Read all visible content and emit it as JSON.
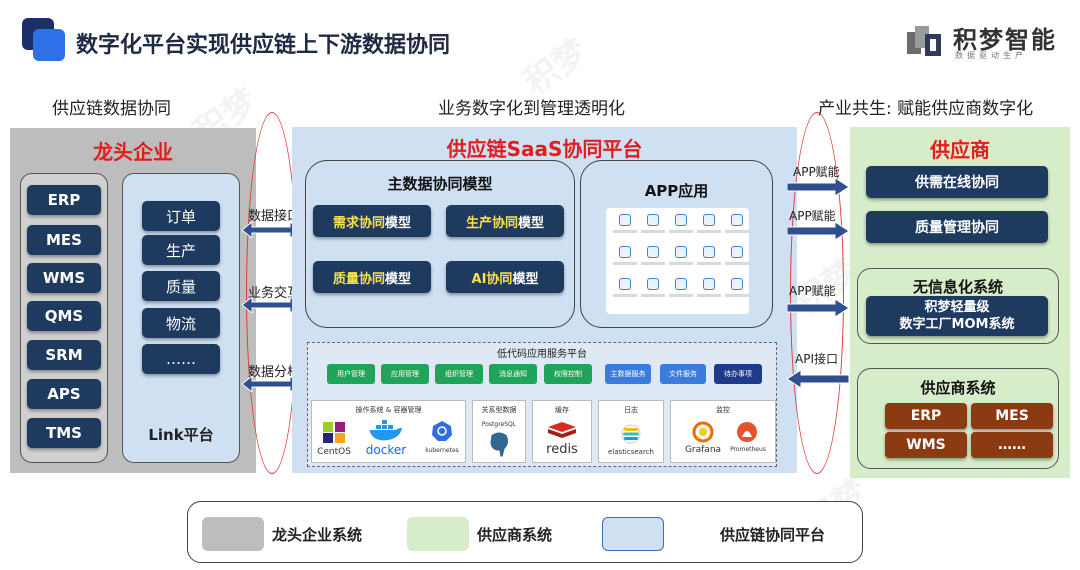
{
  "header": {
    "title": "数字化平台实现供应链上下游数据协同",
    "logo_name": "积梦智能",
    "logo_sub": "数据驱动生产"
  },
  "columns": {
    "left_title": "供应链数据协同",
    "middle_title": "业务数字化到管理透明化",
    "right_title": "产业共生: 赋能供应商数字化"
  },
  "left_panel": {
    "title": "龙头企业",
    "systems": [
      "ERP",
      "MES",
      "WMS",
      "QMS",
      "SRM",
      "APS",
      "TMS"
    ],
    "link_items": [
      "订单",
      "生产",
      "质量",
      "物流",
      "……"
    ],
    "link_label": "Link平台"
  },
  "left_connector": {
    "labels": [
      "数据接口",
      "业务交互",
      "数据分析"
    ]
  },
  "middle_panel": {
    "title": "供应链SaaS协同平台",
    "master_data": {
      "title": "主数据协同模型",
      "models": [
        {
          "hl": "需求协同",
          "rest": "模型"
        },
        {
          "hl": "生产协同",
          "rest": "模型"
        },
        {
          "hl": "质量协同",
          "rest": "模型"
        },
        {
          "hl": "AI协同",
          "rest": "模型"
        }
      ]
    },
    "app": {
      "title": "APP应用"
    },
    "lowcode": {
      "title": "低代码应用服务平台",
      "services": [
        "用户管理",
        "应用管理",
        "组织管理",
        "消息通知",
        "权限控制",
        "主数据服务",
        "文件服务",
        "待办事项"
      ],
      "infra": [
        {
          "title": "操作系统 & 容器管理",
          "logos": [
            "CentOS",
            "docker",
            "kubernetes"
          ]
        },
        {
          "title": "关系型数据",
          "logos": [
            "PostgreSQL"
          ]
        },
        {
          "title": "缓存",
          "logos": [
            "redis"
          ]
        },
        {
          "title": "日志",
          "logos": [
            "elasticsearch"
          ]
        },
        {
          "title": "监控",
          "logos": [
            "Grafana",
            "Prometheus"
          ]
        }
      ]
    }
  },
  "right_connector": {
    "labels": [
      "APP赋能",
      "APP赋能",
      "APP赋能",
      "API接口"
    ]
  },
  "right_panel": {
    "title": "供应商",
    "services": [
      "供需在线协同",
      "质量管理协同"
    ],
    "no_info": {
      "title": "无信息化系统",
      "product": "积梦轻量级\n数字工厂MOM系统"
    },
    "supplier_systems": {
      "title": "供应商系统",
      "items": [
        "ERP",
        "MES",
        "WMS",
        "……"
      ]
    }
  },
  "legend": {
    "items": [
      {
        "label": "龙头企业系统",
        "color": "#bdbdbd"
      },
      {
        "label": "供应商系统",
        "color": "#d7ecc8"
      },
      {
        "label": "供应链协同平台",
        "color": "#cfe0f3"
      }
    ]
  },
  "colors": {
    "navy_button": "#1f3a5f",
    "accent_red": "#e11d1d",
    "highlight_yellow": "#f6e24a",
    "supplier_brown": "#8b3a12"
  }
}
